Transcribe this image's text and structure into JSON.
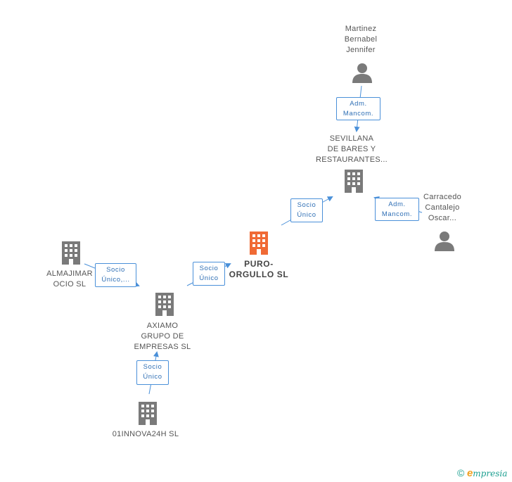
{
  "colors": {
    "main_node": "#f06a35",
    "company_node": "#7a7a7a",
    "person_node": "#7a7a7a",
    "edge": "#4a90d9",
    "brand": "#1a9e8f",
    "brand_e": "#f0a020"
  },
  "nodes": {
    "main": {
      "lines": [
        "PURO-",
        "ORGULLO  SL"
      ],
      "icon": "building-icon"
    },
    "sevillana": {
      "lines": [
        "SEVILLANA",
        "DE BARES Y",
        "RESTAURANTES..."
      ],
      "icon": "building-icon"
    },
    "martinez": {
      "lines": [
        "Martinez",
        "Bernabel",
        "Jennifer"
      ],
      "icon": "person-icon"
    },
    "carracedo": {
      "lines": [
        "Carracedo",
        "Cantalejo",
        "Oscar..."
      ],
      "icon": "person-icon"
    },
    "almajimar": {
      "lines": [
        "ALMAJIMAR",
        "OCIO SL"
      ],
      "icon": "building-icon"
    },
    "axiamo": {
      "lines": [
        "AXIAMO",
        "GRUPO DE",
        "EMPRESAS  SL"
      ],
      "icon": "building-icon"
    },
    "innova": {
      "lines": [
        "01INNOVA24H SL"
      ],
      "icon": "building-icon"
    }
  },
  "relations": {
    "martinez_sevillana": [
      "Adm.",
      "Mancom."
    ],
    "carracedo_sevillana": [
      "Adm.",
      "Mancom."
    ],
    "main_sevillana": [
      "Socio",
      "Único"
    ],
    "axiamo_main": [
      "Socio",
      "Único"
    ],
    "almajimar_axiamo": [
      "Socio",
      "Único,..."
    ],
    "innova_axiamo": [
      "Socio",
      "Único"
    ]
  },
  "footer": {
    "copyright": "©",
    "brand_initial": "e",
    "brand_rest": "mpresia"
  }
}
